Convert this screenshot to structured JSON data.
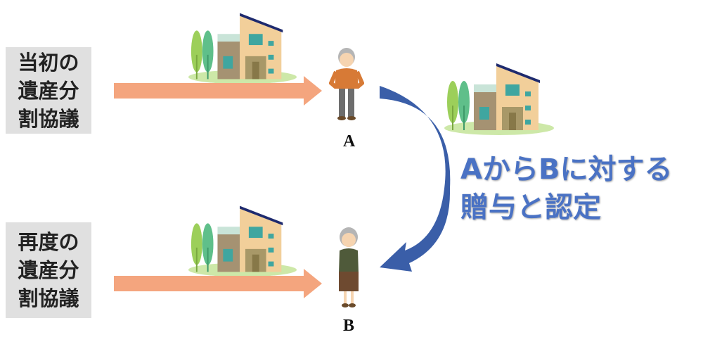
{
  "rows": [
    {
      "label_lines": [
        "当初の",
        "遺産分",
        "割協議"
      ],
      "person": "A"
    },
    {
      "label_lines": [
        "再度の",
        "遺産分",
        "割協議"
      ],
      "person": "B"
    }
  ],
  "transfer": {
    "lines": [
      "AからBに対する",
      "贈与と認定"
    ]
  },
  "colors": {
    "arrow": "#f4a57e",
    "curve_arrow": "#3a5ea8",
    "text_blue": "#4a72c4",
    "label_bg": "#e0e0e0"
  }
}
